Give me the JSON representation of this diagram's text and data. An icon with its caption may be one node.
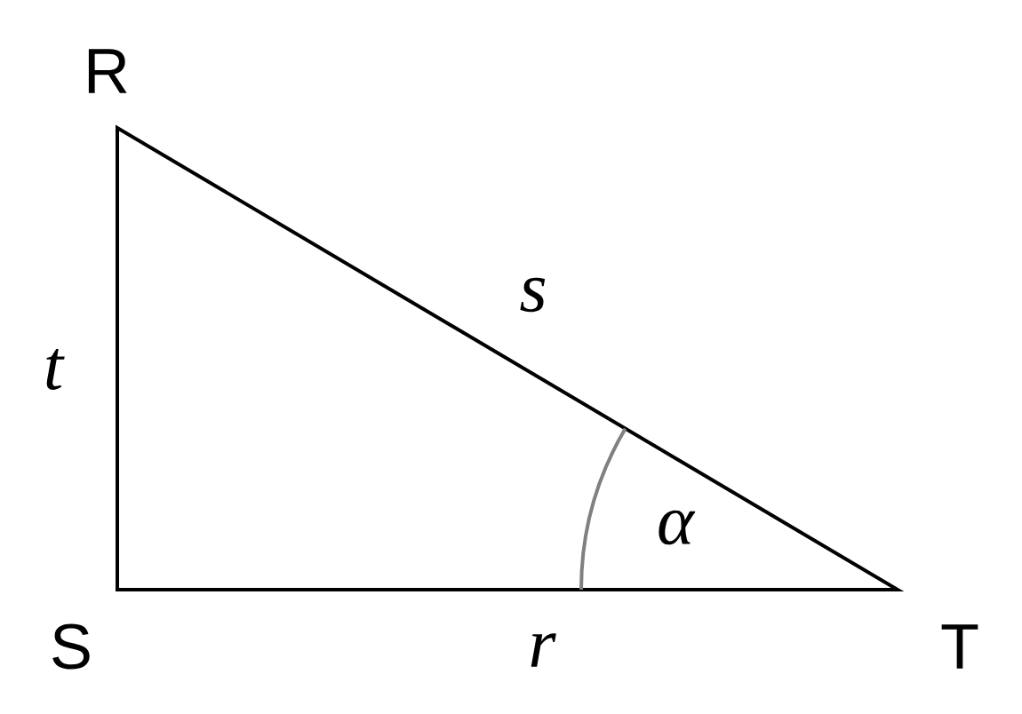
{
  "diagram": {
    "labels": [
      "R",
      "t",
      "s",
      "α",
      "S",
      "r",
      "T"
    ]
  }
}
